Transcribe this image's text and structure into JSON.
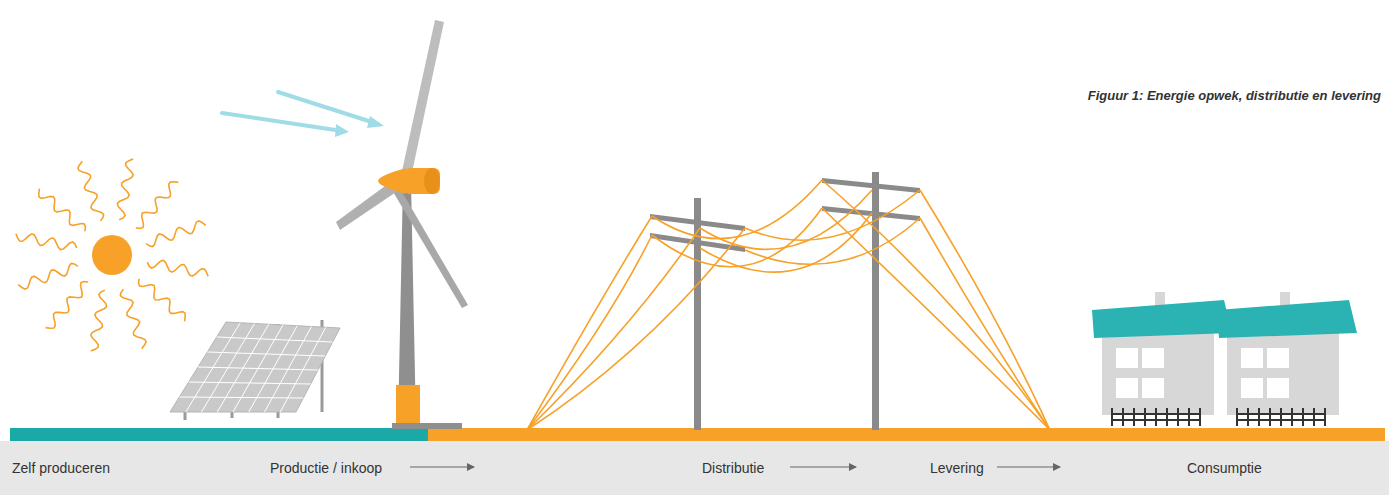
{
  "diagram": {
    "caption": "Figuur 1: Energie opwek, distributie en levering",
    "labels": [
      "Zelf produceren",
      "Productie / inkoop",
      "Distributie",
      "Levering",
      "Consumptie"
    ]
  }
}
